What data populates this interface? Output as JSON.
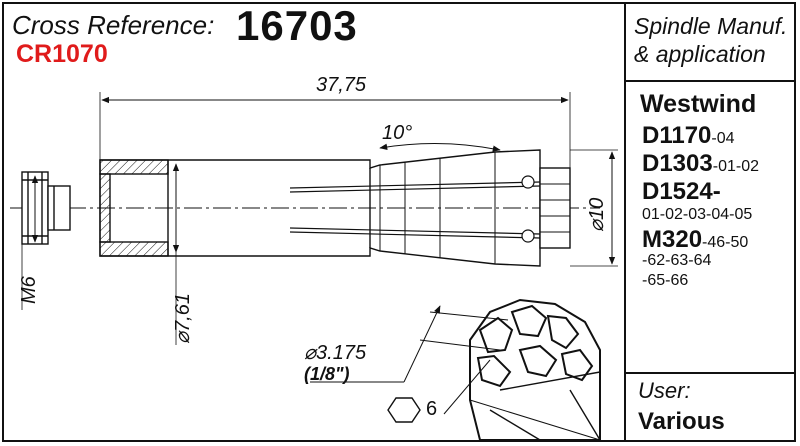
{
  "header": {
    "xref_label": "Cross Reference:",
    "xref_number": "16703",
    "cr_code": "CR1070"
  },
  "sidebar": {
    "title_line1": "Spindle Manuf.",
    "title_line2": "& application",
    "brand": "Westwind",
    "models": [
      {
        "main": "D1170",
        "suffix": "-04"
      },
      {
        "main": "D1303",
        "suffix": "-01-02"
      },
      {
        "main": "D1524-",
        "suffix": ""
      },
      {
        "main": "",
        "suffix": "01-02-03-04-05"
      },
      {
        "main": "M320",
        "suffix": "-46-50"
      },
      {
        "main": "",
        "suffix": "-62-63-64"
      },
      {
        "main": "",
        "suffix": "-65-66"
      }
    ],
    "user_label": "User:",
    "user_value": "Various"
  },
  "dimensions": {
    "overall_length": "37,75",
    "taper_angle": "10°",
    "head_diameter": "⌀10",
    "bore_diameter": "⌀7,61",
    "thread": "M6",
    "shank_diameter": "⌀3.175",
    "shank_inch": "(1/8\")",
    "hex_count": "6"
  },
  "colors": {
    "accent": "#e01b1b",
    "line": "#111111"
  }
}
